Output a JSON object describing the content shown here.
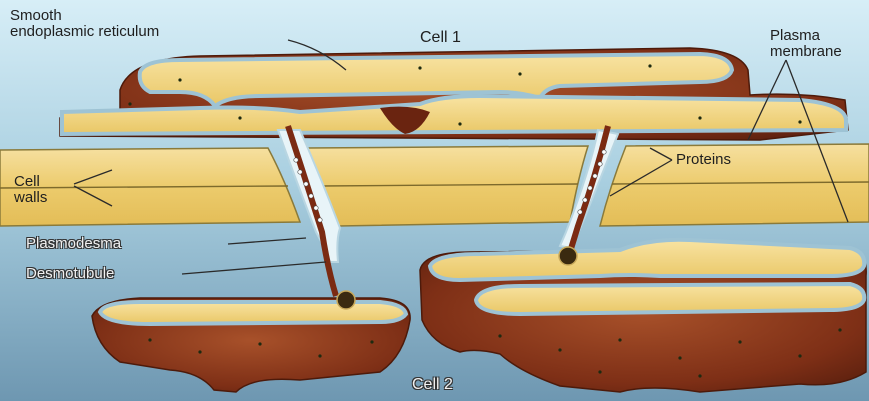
{
  "labels": {
    "ser_line1": "Smooth",
    "ser_line2": "endoplasmic reticulum",
    "cell1": "Cell 1",
    "plasma_line1": "Plasma",
    "plasma_line2": "membrane",
    "proteins": "Proteins",
    "cellwalls_line1": "Cell",
    "cellwalls_line2": "walls",
    "plasmodesma": "Plasmodesma",
    "desmotubule": "Desmotubule",
    "cell2": "Cell 2"
  },
  "colors": {
    "background_top": "#c9e6f2",
    "background_bottom": "#7fa7c0",
    "cell_wall": "#f0d27a",
    "cell_wall_line": "#8a7a3a",
    "cytoplasm": "#8c3b1d",
    "membrane": "#a8c8d8",
    "er_lumen": "#f3d88a",
    "leader_line": "#2a2a2a"
  }
}
